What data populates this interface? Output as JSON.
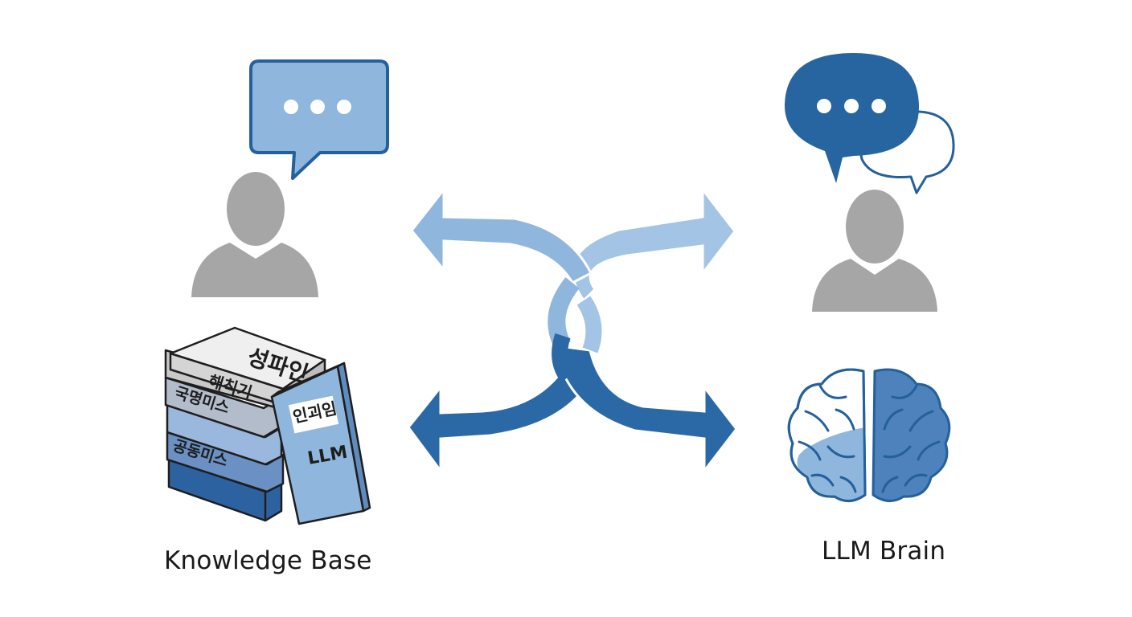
{
  "labels": {
    "knowledge_base": "Knowledge Base",
    "llm_brain": "LLM Brain"
  },
  "books": {
    "top_title": "성파인",
    "spine_2": "해칙기",
    "spine_3": "국명미스",
    "spine_4": "공동미스",
    "leaning_title": "인괴임",
    "leaning_subtitle": "LLM"
  },
  "icons": {
    "left_person": "person-silhouette-icon",
    "left_bubble": "speech-bubble-ellipsis-icon",
    "right_person": "person-silhouette-icon",
    "right_bubble": "conversation-bubbles-icon",
    "brain": "brain-icon",
    "books": "book-stack-icon",
    "arrows": "bidirectional-exchange-arrows"
  },
  "colors": {
    "light_blue": "#8fb7de",
    "dark_blue": "#2a69a6",
    "gray": "#a6a6a6",
    "outline_blue": "#24609b"
  }
}
